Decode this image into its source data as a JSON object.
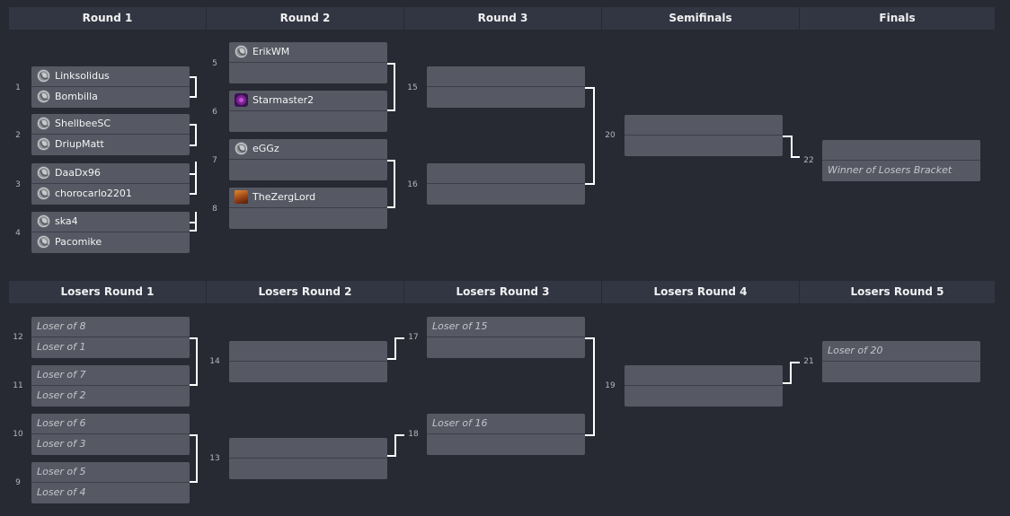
{
  "winners_headers": [
    "Round 1",
    "Round 2",
    "Round 3",
    "Semifinals",
    "Finals"
  ],
  "losers_headers": [
    "Losers Round 1",
    "Losers Round 2",
    "Losers Round 3",
    "Losers Round 4",
    "Losers Round 5"
  ],
  "round1": [
    {
      "number": "1",
      "top": "Linksolidus",
      "bottom": "Bombilla"
    },
    {
      "number": "2",
      "top": "ShellbeeSC",
      "bottom": "DriupMatt"
    },
    {
      "number": "3",
      "top": "DaaDx96",
      "bottom": "chorocarlo2201"
    },
    {
      "number": "4",
      "top": "ska4",
      "bottom": "Pacomike"
    }
  ],
  "round2": [
    {
      "number": "5",
      "top": "ErikWM",
      "icon": "generic"
    },
    {
      "number": "6",
      "top": "Starmaster2",
      "icon": "zerg"
    },
    {
      "number": "7",
      "top": "eGGz",
      "icon": "generic"
    },
    {
      "number": "8",
      "top": "TheZergLord",
      "icon": "zerglord"
    }
  ],
  "round3": [
    {
      "number": "15"
    },
    {
      "number": "16"
    }
  ],
  "semifinals": {
    "number": "20"
  },
  "finals": {
    "number": "22",
    "bottom": "Winner of Losers Bracket"
  },
  "losers_round1": [
    {
      "number": "12",
      "top": "Loser of 8",
      "bottom": "Loser of 1"
    },
    {
      "number": "11",
      "top": "Loser of 7",
      "bottom": "Loser of 2"
    },
    {
      "number": "10",
      "top": "Loser of 6",
      "bottom": "Loser of 3"
    },
    {
      "number": "9",
      "top": "Loser of 5",
      "bottom": "Loser of 4"
    }
  ],
  "losers_round2": [
    {
      "number": "14"
    },
    {
      "number": "13"
    }
  ],
  "losers_round3": [
    {
      "number": "17",
      "top": "Loser of 15"
    },
    {
      "number": "18",
      "top": "Loser of 16"
    }
  ],
  "losers_round4": {
    "number": "19"
  },
  "losers_round5": {
    "number": "21",
    "top": "Loser of 20"
  }
}
